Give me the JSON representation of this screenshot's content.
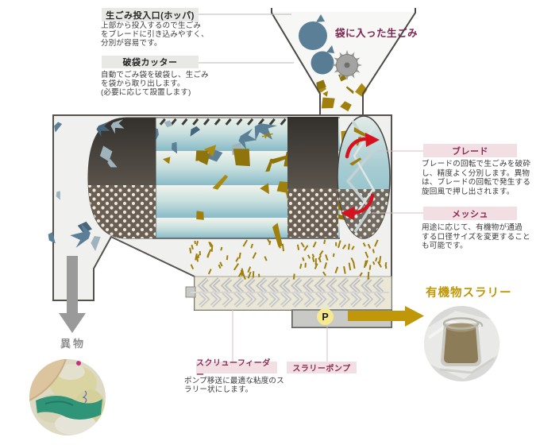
{
  "colors": {
    "accent_maroon": "#8b2a52",
    "label_pink_bg": "#f2dfe4",
    "label_gray_bg": "#e8e8e6",
    "gold_accent": "#bf9709",
    "gold_debris": "#a0800c",
    "blue_debris": "#5b7f96",
    "red_rotation_arrow": "#d6121f",
    "drum_dark": "#44403c",
    "mesh_brown": "#6b5f53",
    "gray_arrow": "#9a9a9a",
    "pump_badge_bg": "#f5ea8e"
  },
  "callouts": {
    "hopper": {
      "title": "生ごみ投入口(ホッパ)",
      "desc": "上部から投入するので生ごみ\nをブレードに引き込みやすく、\n分別が容易です。"
    },
    "bag_cutter": {
      "title": "破袋カッター",
      "desc": "自動でごみ袋を破袋し、生ごみ\nを袋から取り出します。\n(必要に応じて設置します)"
    },
    "blade": {
      "title": "ブレード",
      "desc": "ブレードの回転で生ごみを破砕\nし、精度よく分別します。異物\nは、ブレードの回転で発生する\n旋回風で押し出されます。"
    },
    "mesh": {
      "title": "メッシュ",
      "desc": "用途に応じて、有機物が通過\nする口径サイズを変更すること\nも可能です。"
    },
    "screw_feeder": {
      "title": "スクリューフィーダー",
      "desc": "ポンプ移送に最適な粘度のス\nラリー状にします。"
    },
    "slurry_pump": {
      "title": "スラリーポンプ"
    }
  },
  "annotations": {
    "bagged_waste": "袋に入った生ごみ",
    "organic_slurry": "有機物スラリー",
    "foreign_matter": "異物",
    "pump_symbol": "P"
  },
  "icons": {
    "bag_cutter": "circular-saw-blade-icon",
    "pump": "pump-p-badge",
    "foreign_exit": "gray-down-arrow-icon",
    "slurry_exit": "gold-right-arrow-icon",
    "drum_rotation": "red-curved-rotation-arrow-icons"
  }
}
